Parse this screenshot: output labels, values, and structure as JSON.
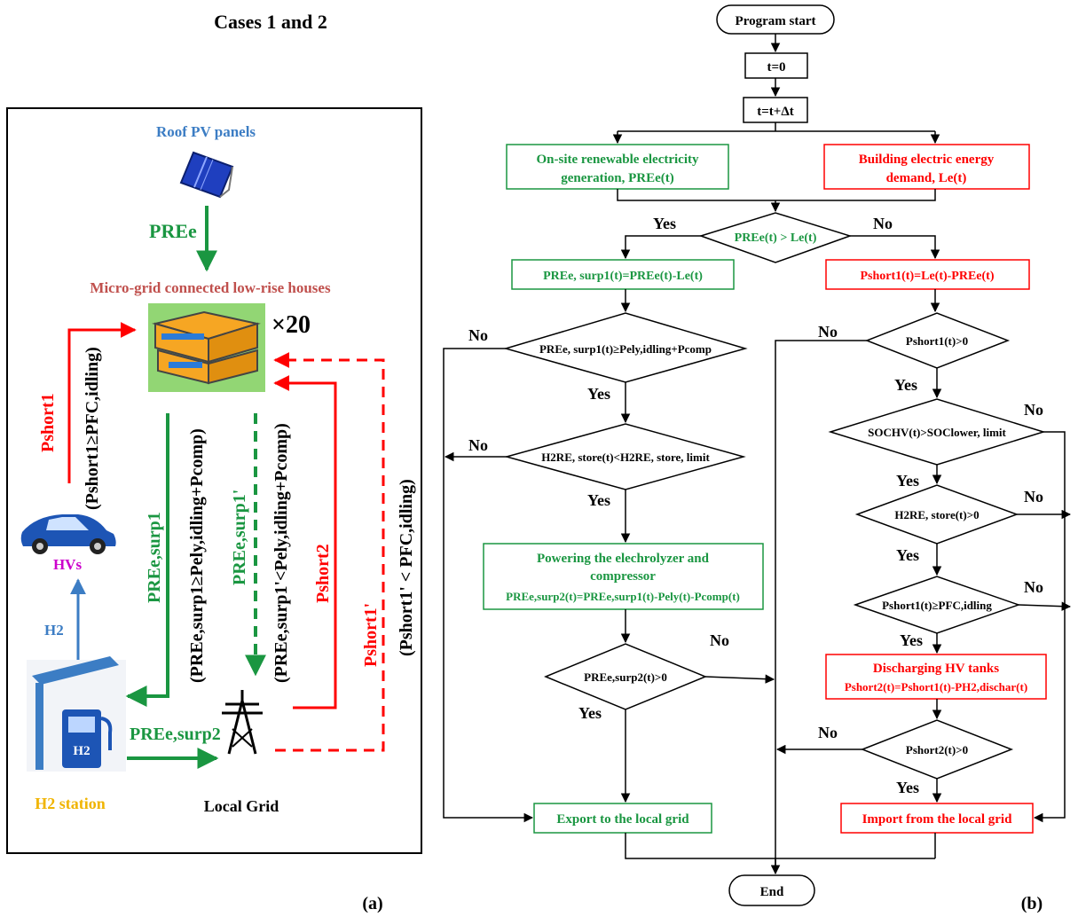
{
  "title": "Cases 1 and 2",
  "panel_a": {
    "label": "(a)",
    "pv_label": "Roof PV panels",
    "prec_label": "PREe",
    "houses_label": "Micro-grid connected low-rise houses",
    "houses_count": "×20",
    "hvs_label": "HVs",
    "h2_arrow_label": "H2",
    "station_label": "H2 station",
    "station_sign": "H2",
    "grid_label": "Local Grid",
    "surp2_label": "PREe,surp2",
    "pshort1_label": "Pshort1",
    "pshort1_cond": "(Pshort1≥PFC,idling)",
    "surp1_label": "PREe,surp1",
    "surp1_cond": "(PREe,surp1≥Pely,idling+Pcomp)",
    "surp1p_label": "PREe,surp1'",
    "surp1p_cond": "(PREe,surp1'<Pely,idling+Pcomp)",
    "pshort2_label": "Pshort2",
    "pshort1p_label": "Pshort1'",
    "pshort1p_cond": "(Pshort1' < PFC,idling)"
  },
  "panel_b": {
    "label": "(b)",
    "start": "Program start",
    "t0": "t=0",
    "tinc": "t=t+Δt",
    "onsite_line1": "On-site renewable electricity",
    "onsite_line2": "generation, PREe(t)",
    "demand_line1": "Building electric energy",
    "demand_line2": "demand, Le(t)",
    "compare": "PREe(t) > Le(t)",
    "surp1_calc": "PREe, surp1(t)=PREe(t)-Le(t)",
    "short1_calc": "Pshort1(t)=Le(t)-PREe(t)",
    "cond_surp1": "PREe, surp1(t)≥Pely,idling+Pcomp",
    "cond_h2store": "H2RE, store(t)<H2RE, store, limit",
    "powering_line1": "Powering the elechrolyzer and",
    "powering_line2": "compressor",
    "powering_line3": "PREe,surp2(t)=PREe,surp1(t)-Pely(t)-Pcomp(t)",
    "cond_surp2": "PREe,surp2(t)>0",
    "export": "Export to the local grid",
    "cond_short1": "Pshort1(t)>0",
    "cond_soc": "SOCHV(t)>SOClower, limit",
    "cond_h2pos": "H2RE, store(t)>0",
    "cond_fc": "Pshort1(t)≥PFC,idling",
    "discharge_line1": "Discharging HV tanks",
    "discharge_line2": "Pshort2(t)=Pshort1(t)-PH2,dischar(t)",
    "cond_short2": "Pshort2(t)>0",
    "import": "Import from the local grid",
    "end": "End",
    "yes": "Yes",
    "no": "No"
  },
  "colors": {
    "green": "#1a9641",
    "red": "#ff0000",
    "blue": "#3c7dc4",
    "orange": "#c0504d",
    "magenta": "#cc00cc",
    "gold": "#f0b400"
  }
}
